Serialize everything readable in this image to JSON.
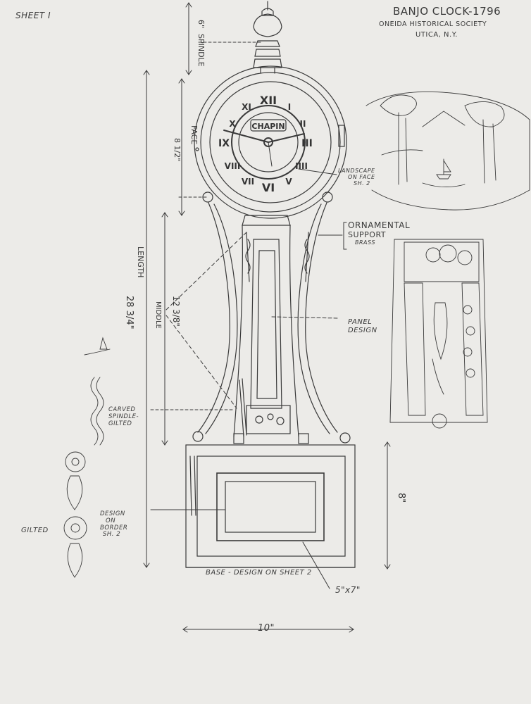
{
  "sheet_label": "SHEET I",
  "title": {
    "main": "BANJO CLOCK-1796",
    "society": "ONEIDA HISTORICAL SOCIETY",
    "place": "UTICA, N.Y."
  },
  "dimensions": {
    "spindle_value": "6\"",
    "spindle_label": "SPINDLE",
    "face_label": "FACE",
    "face_value": "8 1/2\"",
    "length_label": "LENGTH",
    "length_value": "28 3/4\"",
    "middle_label": "MIDDLE",
    "middle_value": "12 3/8\"",
    "base_height": "8\"",
    "base_width": "10\"",
    "panel_size": "5\"x7\""
  },
  "callouts": {
    "landscape": [
      "LANDSCAPE",
      "ON FACE",
      "SH. 2"
    ],
    "ornamental": [
      "ORNAMENTAL",
      "SUPPORT",
      "BRASS"
    ],
    "panel_design": [
      "PANEL",
      "DESIGN"
    ],
    "carved_spindle": [
      "CARVED",
      "SPINDLE-",
      "GILTED"
    ],
    "design_border": [
      "DESIGN",
      "ON",
      "BORDER",
      "SH. 2"
    ],
    "gilted": "GILTED",
    "base_note": "BASE - DESIGN ON SHEET 2"
  },
  "clock_face": {
    "maker": "CHAPIN",
    "numerals": [
      "XII",
      "I",
      "II",
      "III",
      "IIII",
      "V",
      "VI",
      "VII",
      "VIII",
      "IX",
      "X",
      "XI"
    ]
  },
  "colors": {
    "paper": "#ecebe8",
    "pencil": "#3a3a3a"
  }
}
